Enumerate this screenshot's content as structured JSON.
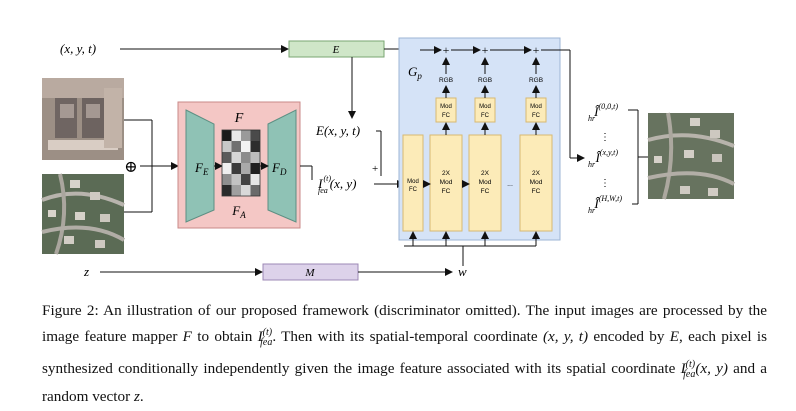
{
  "diagram": {
    "coord_input": "(x, y, t)",
    "z_input": "z",
    "E_box": "E",
    "M_box": "M",
    "F_label": "F",
    "FE_label": "F",
    "FE_sub": "E",
    "FD_label": "F",
    "FD_sub": "D",
    "FA_label": "F",
    "FA_sub": "A",
    "concat_symbol": "⊕",
    "E_output": "E(x, y, t)",
    "plus_sign": "+",
    "Ifea_I": "I",
    "Ifea_sup": "(t)",
    "Ifea_sub": "fea",
    "Ifea_args": "(x, y)",
    "Gp_G": "G",
    "Gp_sub": "p",
    "modfc_first_line1": "Mod",
    "modfc_first_line2": "FC",
    "block_line1": "2X",
    "block_line2": "Mod",
    "block_line3": "FC",
    "rgb_label": "RGB",
    "ellipsis": "...",
    "w_label": "w",
    "out_I": "Î",
    "out_sub": "hr",
    "out_sup_1": "(0,0,t)",
    "out_sup_2": "(x,y,t)",
    "out_sup_3": "(H,W,t)",
    "vdots": "⋮"
  },
  "caption": {
    "figure_label": "Figure 2:",
    "text_1": "An illustration of our proposed framework (discriminator omitted). The input images are",
    "text_2a": "processed by the image feature mapper",
    "text_2_F": "F",
    "text_2b": "to obtain",
    "text_2c": ". Then with its spatial-temporal coordinate",
    "text_3a": "(x, y, t)",
    "text_3b": "encoded by",
    "text_3_E": "E",
    "text_3c": ", each pixel is synthesized conditionally independently given the image feature",
    "text_4a": "associated with its spatial coordinate",
    "text_4b": "(x, y)",
    "text_4c": "and a random vector",
    "text_4_z": "z",
    "I": "I",
    "sup_t": "(t)",
    "sub_fea": "fea"
  },
  "colors": {
    "pink_box": "#f4c7c5",
    "teal_trapezoid": "#8fc2b5",
    "blue_panel": "#d5e3f7",
    "yellow_block": "#fcebb8",
    "green_E": "#cfe6c8",
    "purple_M": "#ddd2ea"
  }
}
